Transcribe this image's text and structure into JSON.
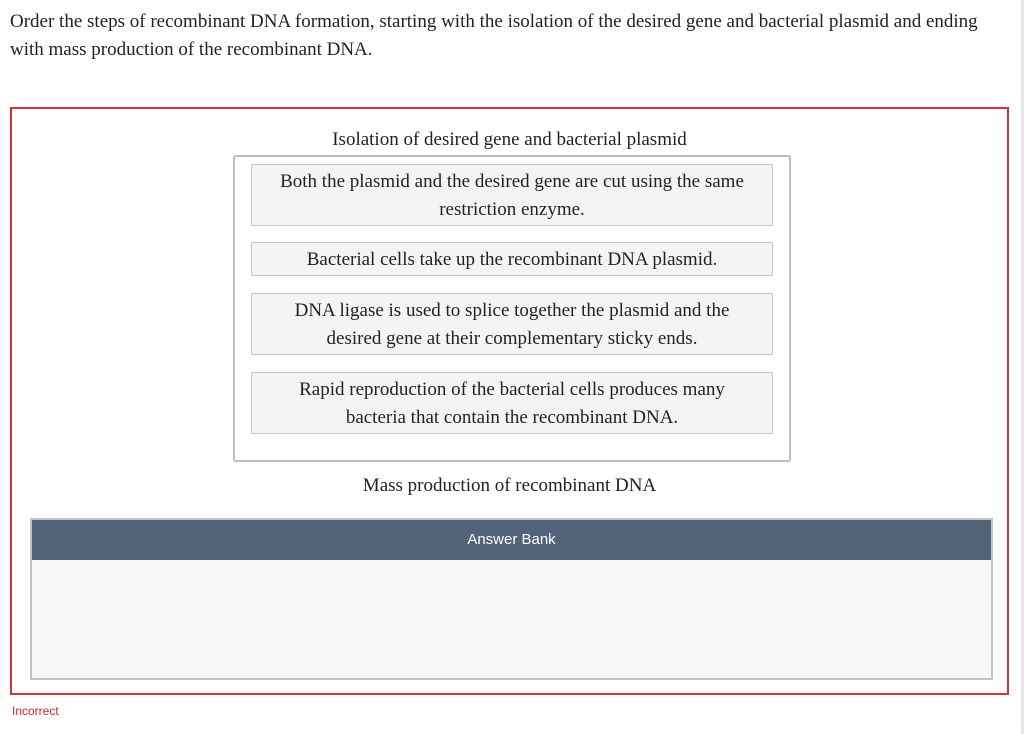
{
  "question": {
    "prompt": "Order the steps of recombinant DNA formation, starting with the isolation of the desired gene and bacterial plasmid and ending with mass production of the recombinant DNA."
  },
  "ordering": {
    "start_label": "Isolation of desired gene and bacterial plasmid",
    "end_label": "Mass production of recombinant DNA",
    "steps": [
      "Both the plasmid and the desired gene are cut using the same restriction enzyme.",
      "Bacterial cells take up the recombinant DNA plasmid.",
      "DNA ligase is used to splice together the plasmid and the desired gene at their complementary sticky ends.",
      "Rapid reproduction of the bacterial cells produces many bacteria that contain the recombinant DNA."
    ]
  },
  "answer_bank": {
    "title": "Answer Bank"
  },
  "feedback": {
    "status": "Incorrect",
    "status_color": "#c8282f",
    "border_color": "#d0343c"
  }
}
